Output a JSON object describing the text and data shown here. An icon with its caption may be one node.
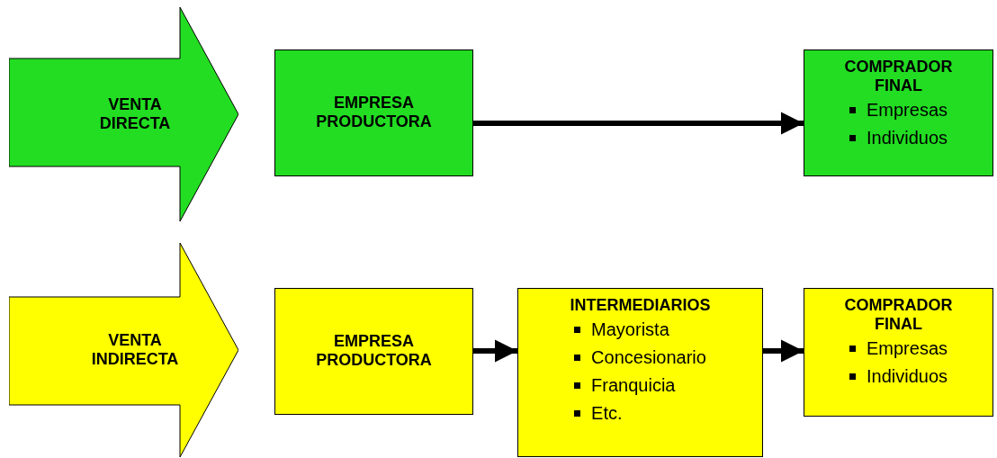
{
  "diagram": {
    "nodes": [
      {
        "text": [
          "VENTA DIRECTA"
        ]
      },
      {
        "text": [
          "EMPRESA PRODUCTORA"
        ]
      },
      {
        "text": [
          "COMPRADOR FINAL",
          "Empresas",
          "Individuos"
        ]
      },
      {
        "text": [
          "VENTA INDIRECTA"
        ]
      },
      {
        "text": [
          "EMPRESA PRODUCTORA"
        ]
      },
      {
        "text": [
          "INTERMEDIARIOS",
          "Mayorista",
          "Concesionario",
          "Franquicia",
          "Etc."
        ]
      },
      {
        "text": [
          "COMPRADOR FINAL",
          "Empresas",
          "Individuos"
        ]
      }
    ],
    "edges": [
      {
        "from": 1,
        "to": 2,
        "arrow": "to"
      },
      {
        "from": 4,
        "to": 5,
        "arrow": "to"
      },
      {
        "from": 5,
        "to": 6,
        "arrow": "to"
      }
    ]
  }
}
